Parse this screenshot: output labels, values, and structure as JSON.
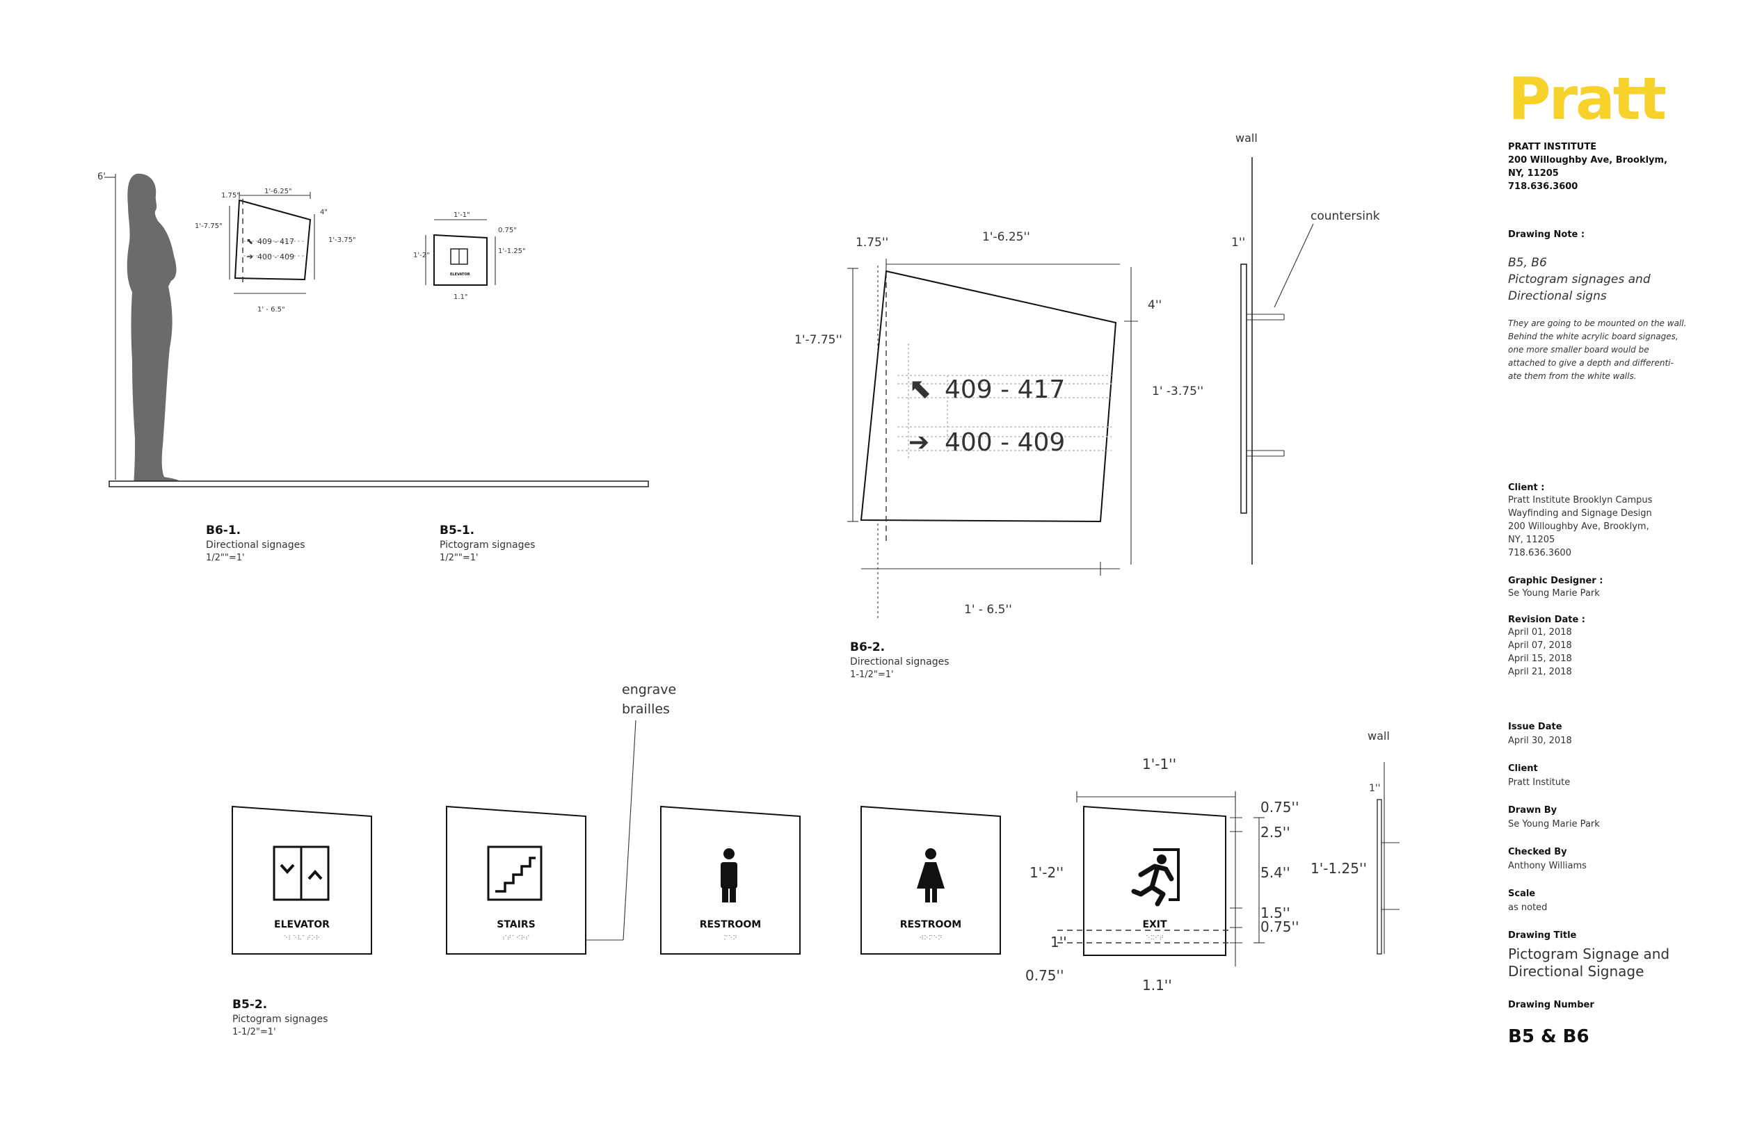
{
  "brand": {
    "logo": "Pratt",
    "logo_color": "#f7d22b"
  },
  "institute": {
    "name": "PRATT INSTITUTE",
    "address_lines": [
      "200 Willoughby Ave, Brooklym,",
      "NY, 11205"
    ],
    "phone": "718.636.3600"
  },
  "drawing_note": {
    "label": "Drawing Note :",
    "subject_lines": [
      "B5, B6",
      "Pictogram signages and",
      "Directional signs"
    ],
    "text_lines": [
      "They are going to be mounted on the wall.",
      "Behind the white acrylic board signages,",
      "one more smaller board would be",
      "attached to give a depth and differenti-",
      "ate them from the white walls."
    ]
  },
  "client_block": {
    "label": "Client :",
    "lines": [
      "Pratt Institute Brooklyn Campus",
      "Wayfinding and Signage Design",
      "200 Willoughby Ave, Brooklym,",
      "NY, 11205",
      "718.636.3600"
    ]
  },
  "designer": {
    "label": "Graphic Designer :",
    "value": "Se Young Marie Park"
  },
  "revision": {
    "label": "Revision Date :",
    "dates": [
      "April 01, 2018",
      "April 07, 2018",
      "April 15, 2018",
      "April 21, 2018"
    ]
  },
  "issue": {
    "label": "Issue Date",
    "value": "April 30, 2018"
  },
  "client_short": {
    "label": "Client",
    "value": "Pratt Institute"
  },
  "drawn_by": {
    "label": "Drawn By",
    "value": "Se Young Marie Park"
  },
  "checked_by": {
    "label": "Checked By",
    "value": "Anthony Williams"
  },
  "scale": {
    "label": "Scale",
    "value": "as noted"
  },
  "drawing_title": {
    "label": "Drawing Title",
    "lines": [
      "Pictogram Signage and",
      "Directional Signage"
    ]
  },
  "drawing_number": {
    "label": "Drawing Number",
    "value": "B5 & B6"
  },
  "figure": {
    "height_label": "6'"
  },
  "small_b6": {
    "dims": {
      "top_left": "1.75\"",
      "top": "1'-6.25\"",
      "right_top": "4\"",
      "right": "1'-3.75\"",
      "left": "1'-7.75\"",
      "bottom": "1' - 6.5\""
    },
    "rows": [
      "409 - 417",
      "400 - 409"
    ]
  },
  "small_b5": {
    "dims": {
      "top": "1'-1\"",
      "right_top": "0.75\"",
      "right": "1'-1.25\"",
      "left": "1'-2\"",
      "bottom": "1.1\""
    },
    "label": "ELEVATOR"
  },
  "captions": {
    "b6_1": {
      "code": "B6-1.",
      "name": "Directional signages",
      "scale": "1/2\"\"=1'"
    },
    "b5_1": {
      "code": "B5-1.",
      "name": "Pictogram signages",
      "scale": "1/2\"\"=1'"
    },
    "b6_2": {
      "code": "B6-2.",
      "name": "Directional signages",
      "scale": "1-1/2\"=1'"
    },
    "b5_2": {
      "code": "B5-2.",
      "name": "Pictogram signages",
      "scale": "1-1/2\"=1'"
    }
  },
  "b6_2": {
    "dims": {
      "top_left": "1.75''",
      "top": "1'-6.25''",
      "right_top": "4''",
      "left": "1'-7.75''",
      "right": "1' -3.75''",
      "bottom": "1' - 6.5''"
    },
    "rows": [
      "409 - 417",
      "400 - 409"
    ]
  },
  "side_view_top": {
    "wall": "wall",
    "countersink": "countersink",
    "thickness": "1''"
  },
  "engrave": {
    "lines": [
      "engrave",
      "brailles"
    ]
  },
  "pictograms": [
    {
      "label": "ELEVATOR",
      "icon": "elevator-icon"
    },
    {
      "label": "STAIRS",
      "icon": "stairs-icon"
    },
    {
      "label": "RESTROOM",
      "icon": "men-restroom-icon"
    },
    {
      "label": "RESTROOM",
      "icon": "women-restroom-icon"
    }
  ],
  "exit_sign": {
    "label": "EXIT",
    "icon": "running-exit-icon",
    "dims": {
      "top": "1'-1''",
      "left": "1'-2''",
      "bottom": "1.1''",
      "braille_gap": "1''",
      "bottom_left": "0.75''",
      "right_overall": "1'-1.25''"
    },
    "right_stack": [
      "0.75''",
      "2.5''",
      "5.4''",
      "1.5''",
      "0.75''"
    ]
  },
  "side_view_bottom": {
    "wall": "wall",
    "thickness": "1''"
  }
}
